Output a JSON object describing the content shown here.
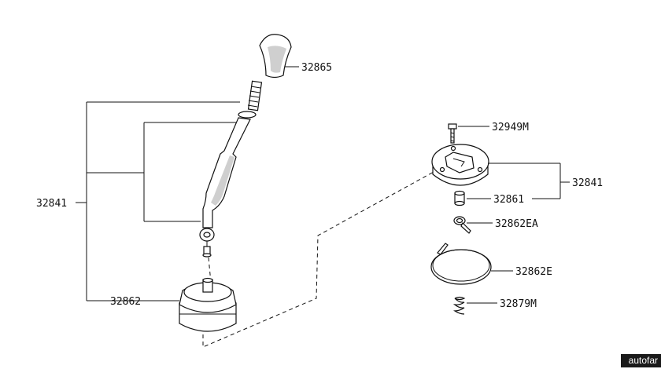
{
  "labels": {
    "knob": "32865",
    "lever_assy": "32841",
    "boot": "32862",
    "bolt": "32949M",
    "plate_assy": "32841",
    "bushing": "32861",
    "clamp": "32862EA",
    "band": "32862E",
    "spring": "32879M"
  },
  "watermark": "autofar"
}
